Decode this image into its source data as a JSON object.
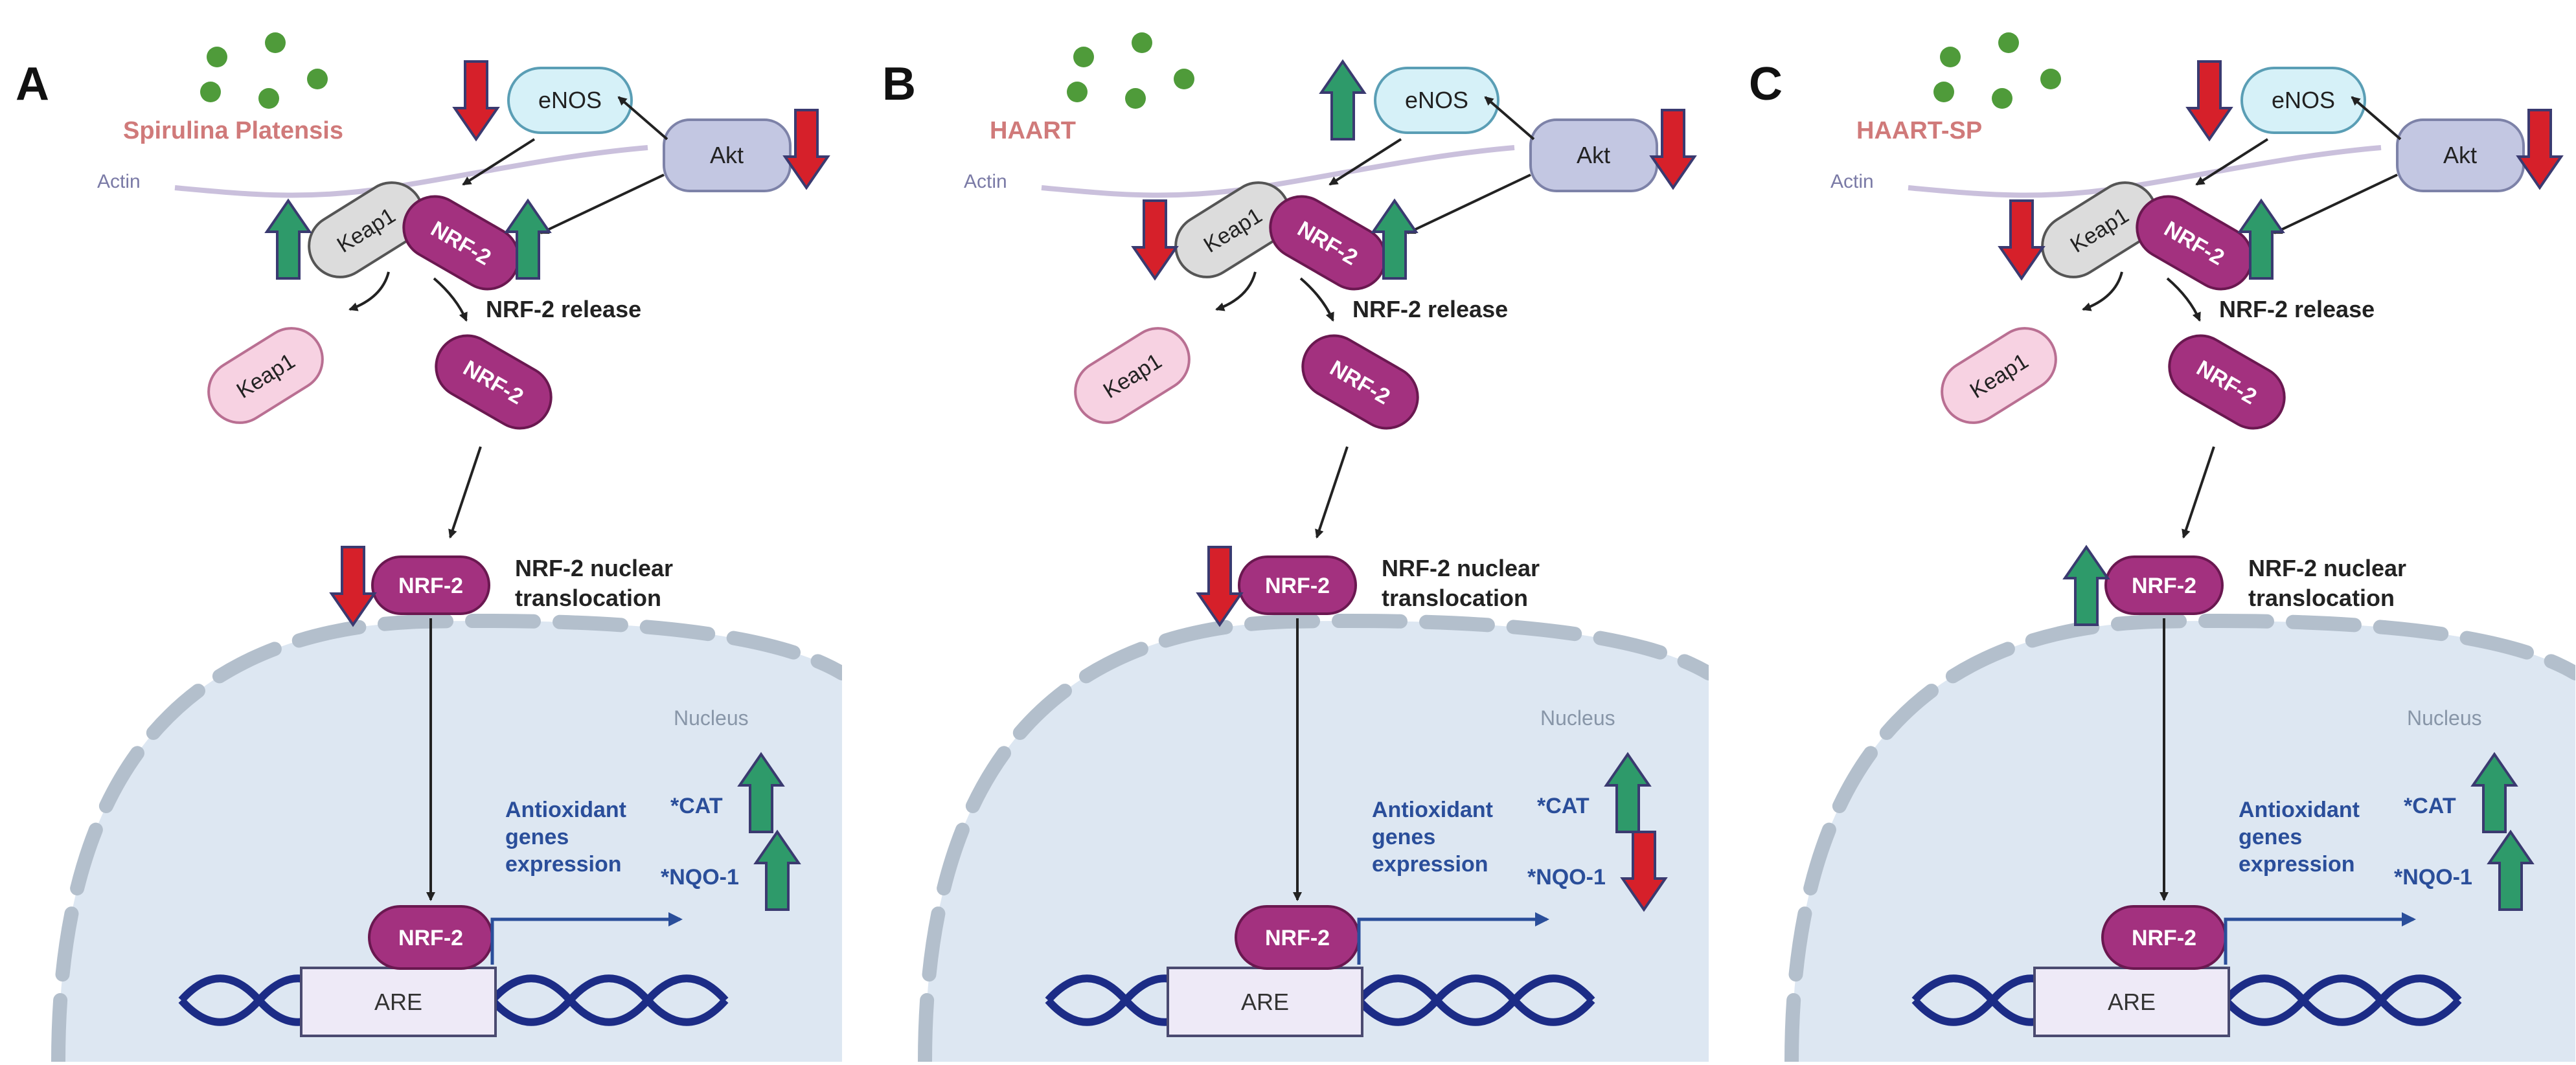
{
  "colors": {
    "up_arrow": "#2e9a6a",
    "down_arrow": "#d6202a",
    "arrow_outline": "#3a3a70",
    "compound_dots": "#4f9b3a",
    "compound_label": "#d07a7a",
    "nrf2_fill": "#a3317f",
    "keap1_bound_fill": "#dcdcdc",
    "keap1_free_fill": "#f7d2e2",
    "enos_fill": "#d6f1f8",
    "akt_fill": "#c3c7e2",
    "nucleus_fill": "#dde7f2",
    "nuclear_membrane": "#b3bfcc",
    "dna": "#1c2c86",
    "text_blue": "#2a4e9a",
    "actin": "#bdb0d3"
  },
  "common": {
    "enos": "eNOS",
    "akt": "Akt",
    "actin": "Actin",
    "keap1": "Keap1",
    "nrf2": "NRF-2",
    "release": "NRF-2 release",
    "translocation_line1": "NRF-2 nuclear",
    "translocation_line2": "translocation",
    "nucleus": "Nucleus",
    "antioxidant_line1": "Antioxidant",
    "antioxidant_line2": "genes",
    "antioxidant_line3": "expression",
    "cat": "*CAT",
    "nqo1": "*NQO-1",
    "are": "ARE"
  },
  "panels": [
    {
      "letter": "A",
      "compound": "Spirulina Platensis",
      "arrows": {
        "enos": "down",
        "akt": "down",
        "keap1": "up",
        "nrf2_complex": "up",
        "translocation": "down",
        "cat": "up",
        "nqo1": "up"
      }
    },
    {
      "letter": "B",
      "compound": "HAART",
      "arrows": {
        "enos": "up",
        "akt": "down",
        "keap1": "down",
        "nrf2_complex": "up",
        "translocation": "down",
        "cat": "up",
        "nqo1": "down"
      }
    },
    {
      "letter": "C",
      "compound": "HAART-SP",
      "arrows": {
        "enos": "down",
        "akt": "down",
        "keap1": "down",
        "nrf2_complex": "up",
        "translocation": "up",
        "cat": "up",
        "nqo1": "up"
      }
    }
  ]
}
